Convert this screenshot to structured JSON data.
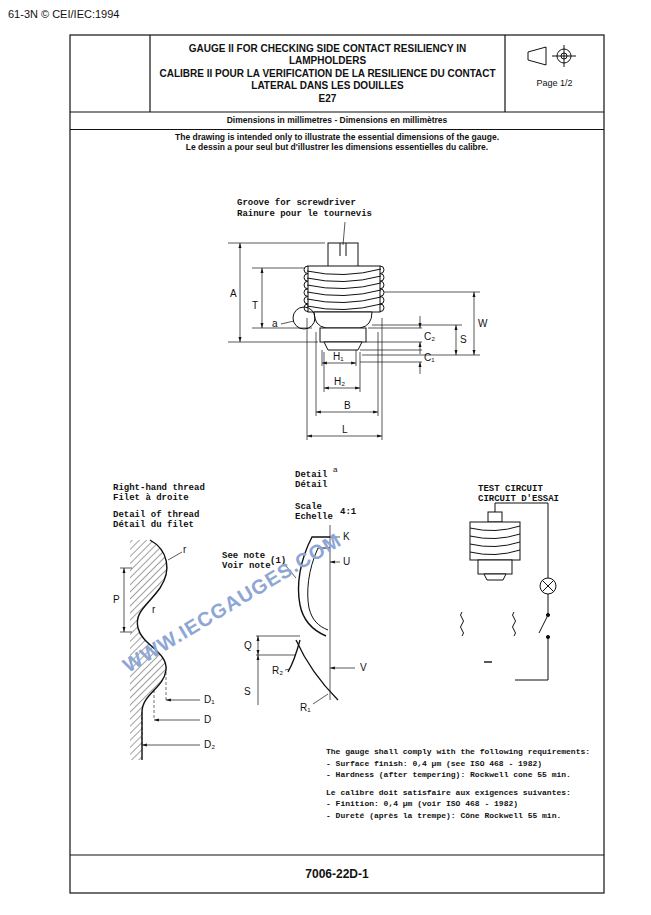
{
  "diagram": {
    "title": "GAUGE II FOR CHECKING SIDE CONTACT RESILIENCY IN LAMPHOLDERS",
    "nodes": [
      {
        "text": [
          "Page 1/2"
        ]
      },
      {
        "text": [
          "Dimensions in millimetres - Dimensions en millimètres",
          "The drawing is intended only to illustrate the essential dimensions of the gauge.",
          "Le dessin a pour seul but d'illustrer les dimensions essentielles du calibre."
        ]
      },
      {
        "text": [
          "7006-22D-1"
        ]
      }
    ],
    "labels": [
      "61-3N © CEI/IEC:1994",
      "CALIBRE II POUR LA VERIFICATION DE LA RESILIENCE DU CONTACT LATERAL DANS LES DOUILLES",
      "E27",
      "Groove for screwdriver",
      "Rainure pour le tournevis",
      "A",
      "T",
      "a",
      "W",
      "C₂",
      "S",
      "C₁",
      "H₁",
      "H₂",
      "B",
      "L",
      "Right-hand thread",
      "Filet à droite",
      "Detail of thread",
      "Détail du filet",
      "r",
      "r",
      "P",
      "D₁",
      "D",
      "D₂",
      "Detail",
      "Détail",
      "a",
      "Scale",
      "Echelle",
      "4:1",
      "K",
      "U",
      "See note",
      "Voir note",
      "(1)",
      "Q",
      "R₂",
      "R₁",
      "V",
      "S",
      "TEST CIRCUIT",
      "CIRCUIT D'ESSAI",
      "The gauge shall comply with the following requirements:",
      "- Surface finish: 0,4 µm (see ISO 468 - 1982)",
      "- Hardness (after tempering): Rockwell cone 55 min.",
      "Le calibre doit satisfaire aux exigences suivantes:",
      "- Finition: 0,4 µm (voir ISO 468 - 1982)",
      "- Dureté (après la trempe): Cône Rockwell 55 min.",
      "WWW.IECGAUGES.COM"
    ]
  }
}
